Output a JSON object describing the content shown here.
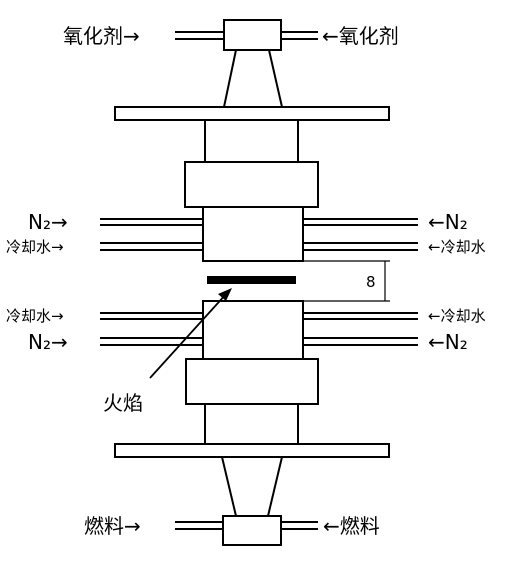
{
  "labels": {
    "oxidizer_left": "氧化剂→",
    "oxidizer_right": "←氧化剂",
    "n2_upper_left": "N₂→",
    "n2_upper_right": "←N₂",
    "coolant_upper_left": "冷却水→",
    "coolant_upper_right": "←冷却水",
    "gap_dimension": "8",
    "coolant_lower_left": "冷却水→",
    "coolant_lower_right": "←冷却水",
    "n2_lower_left": "N₂→",
    "n2_lower_right": "←N₂",
    "flame": "火焰",
    "fuel_left": "燃料→",
    "fuel_right": "←燃料"
  },
  "colors": {
    "stroke": "#000000",
    "fill": "#ffffff"
  }
}
